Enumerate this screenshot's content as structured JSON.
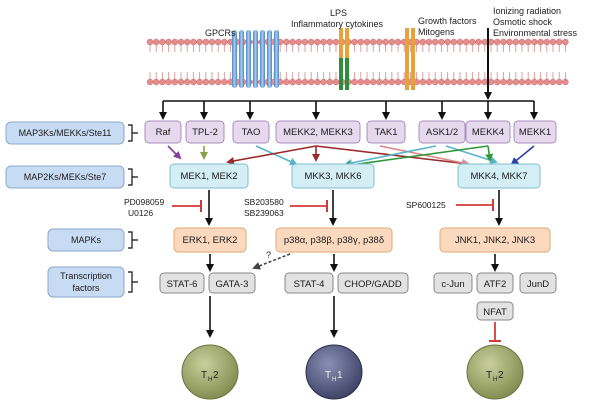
{
  "stimuli": {
    "gpcrs": "GPCRs",
    "lps": "LPS",
    "cytokines": "Inflammatory cytokines",
    "growth_factors": "Growth factors",
    "mitogens": "Mitogens",
    "ionizing": "Ionizing radiation",
    "osmotic": "Osmotic shock",
    "env_stress": "Environmental stress"
  },
  "tiers": {
    "map3k": "MAP3Ks/MEKKs/Ste11",
    "map2k": "MAP2Ks/MEKs/Ste7",
    "mapk": "MAPKs",
    "tf_line1": "Transcription",
    "tf_line2": "factors"
  },
  "map3k": [
    "Raf",
    "TPL-2",
    "TAO",
    "MEKK2, MEKK3",
    "TAK1",
    "ASK1/2",
    "MEKK4",
    "MEKK1"
  ],
  "map2k": [
    "MEK1, MEK2",
    "MKK3, MKK6",
    "MKK4, MKK7"
  ],
  "mapk": [
    "ERK1, ERK2",
    "p38α, p38β, p38γ, p38δ",
    "JNK1, JNK2, JNK3"
  ],
  "tfs": [
    "STAT-6",
    "GATA-3",
    "STAT-4",
    "CHOP/GADD",
    "c-Jun",
    "ATF2",
    "JunD",
    "NFAT"
  ],
  "inhibitors": {
    "mek_1": "PD098059",
    "mek_2": "U0126",
    "p38_1": "SB203580",
    "p38_2": "SB239063",
    "jnk": "SP600125"
  },
  "question_mark": "?",
  "outcomes": {
    "th2_left_main": "T",
    "th2_left_sub": "H",
    "th2_left_num": "2",
    "th1_main": "T",
    "th1_sub": "H",
    "th1_num": "1",
    "th2_right_main": "T",
    "th2_right_sub": "H",
    "th2_right_num": "2"
  },
  "colors": {
    "map3k_box": "#e6d9ee",
    "map2k_box": "#d4eef5",
    "mapk_box": "#fbd9bf",
    "tf_box": "#e2e2e2",
    "tier_label": "#c7dcf2",
    "th2_cell": "#9aa36a",
    "th1_cell": "#4d5275",
    "inhibitor": "#d23a3a",
    "membrane_head": "#e58c8c"
  }
}
